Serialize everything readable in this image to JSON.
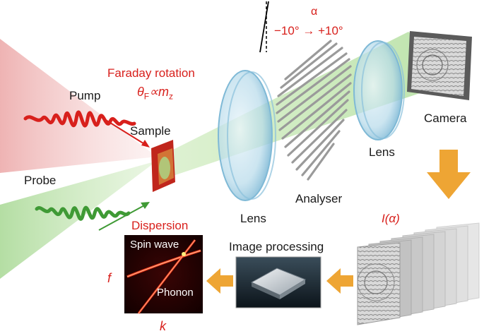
{
  "labels": {
    "alpha_symbol": "α",
    "alpha_range": "−10° → +10°",
    "faraday_title": "Faraday rotation",
    "faraday_formula_theta": "θ",
    "faraday_formula_sub": "F",
    "faraday_formula_rest": "∝m",
    "faraday_formula_sub2": "z",
    "pump": "Pump",
    "probe": "Probe",
    "sample": "Sample",
    "lens_left": "Lens",
    "lens_right": "Lens",
    "analyser": "Analyser",
    "camera": "Camera",
    "intensity": "I(α)",
    "image_processing": "Image processing",
    "dispersion": "Dispersion",
    "spin_wave": "Spin wave",
    "phonon": "Phonon",
    "axis_f": "f",
    "axis_k": "k"
  },
  "colors": {
    "pump_red": "#d8201c",
    "probe_green": "#3f9a35",
    "beam_green": "#9fd48a",
    "lens_blue": "#9ccbe2",
    "arrow_orange": "#eea534",
    "label_red": "#d8201c"
  }
}
